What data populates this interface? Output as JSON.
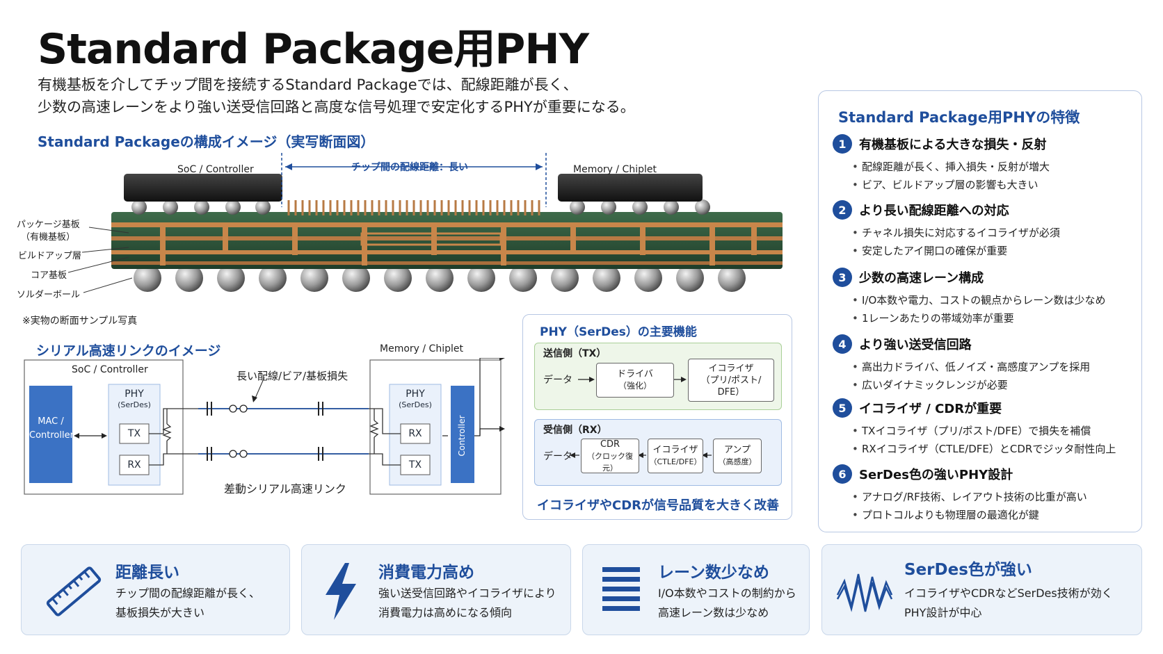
{
  "title": "Standard Package用PHY",
  "subtitle": {
    "line1": "有機基板を介してチップ間を接続するStandard Packageでは、配線距離が長く、",
    "line2": "少数の高速レーンをより強い送受信回路と高度な信号処理で安定化するPHYが重要になる。"
  },
  "photo_section": {
    "heading": "Standard Packageの構成イメージ（実写断面図）",
    "soc_label": "SoC / Controller",
    "memory_label": "Memory / Chiplet",
    "distance_label": "チップ間の配線距離：長い",
    "layer_labels": [
      "パッケージ基板",
      "（有機基板）",
      "ビルドアップ層",
      "コア基板",
      "ソルダーボール"
    ],
    "note": "※実物の断面サンプル写真"
  },
  "serial_section": {
    "heading": "シリアル高速リンクのイメージ",
    "soc_box": "SoC / Controller",
    "mac": [
      "MAC /",
      "Controller"
    ],
    "phy_left": [
      "PHY",
      "(SerDes)"
    ],
    "tx_left": "TX",
    "rx_left": "RX",
    "memory_box": "Memory / Chiplet",
    "phy_right": [
      "PHY",
      "(SerDes)"
    ],
    "rx_right": "RX",
    "tx_right": "TX",
    "controller": "Controller",
    "loss_label": "長い配線/ビア/基板損失",
    "link_label": "差動シリアル高速リンク"
  },
  "phy_functions": {
    "title": "PHY（SerDes）の主要機能",
    "tx_side": "送信側（TX）",
    "tx_data": "データ",
    "tx_driver": [
      "ドライバ",
      "（強化）"
    ],
    "tx_eq": [
      "イコライザ",
      "（プリ/ポスト/",
      "DFE）"
    ],
    "rx_side": "受信側（RX）",
    "rx_data": "データ",
    "rx_cdr": [
      "CDR",
      "（クロック復元）"
    ],
    "rx_eq": [
      "イコライザ",
      "（CTLE/DFE）"
    ],
    "rx_amp": [
      "アンプ",
      "（高感度）"
    ],
    "footer": "イコライザやCDRが信号品質を大きく改善"
  },
  "features": {
    "title": "Standard Package用PHYの特徴",
    "items": [
      {
        "num": "1",
        "title": "有機基板による大きな損失・反射",
        "bullets": [
          "配線距離が長く、挿入損失・反射が増大",
          "ビア、ビルドアップ層の影響も大きい"
        ]
      },
      {
        "num": "2",
        "title": "より長い配線距離への対応",
        "bullets": [
          "チャネル損失に対応するイコライザが必須",
          "安定したアイ開口の確保が重要"
        ]
      },
      {
        "num": "3",
        "title": "少数の高速レーン構成",
        "bullets": [
          "I/O本数や電力、コストの観点からレーン数は少なめ",
          "1レーンあたりの帯域効率が重要"
        ]
      },
      {
        "num": "4",
        "title": "より強い送受信回路",
        "bullets": [
          "高出力ドライバ、低ノイズ・高感度アンプを採用",
          "広いダイナミックレンジが必要"
        ]
      },
      {
        "num": "5",
        "title": "イコライザ / CDRが重要",
        "bullets": [
          "TXイコライザ（プリ/ポスト/DFE）で損失を補償",
          "RXイコライザ（CTLE/DFE）とCDRでジッタ耐性向上"
        ]
      },
      {
        "num": "6",
        "title": "SerDes色の強いPHY設計",
        "bullets": [
          "アナログ/RF技術、レイアウト技術の比重が高い",
          "プロトコルよりも物理層の最適化が鍵"
        ]
      }
    ]
  },
  "cards": [
    {
      "icon": "ruler-icon",
      "title": "距離長い",
      "lines": [
        "チップ間の配線距離が長く、",
        "基板損失が大きい"
      ]
    },
    {
      "icon": "lightning-icon",
      "title": "消費電力高め",
      "lines": [
        "強い送受信回路やイコライザにより",
        "消費電力は高めになる傾向"
      ]
    },
    {
      "icon": "lanes-icon",
      "title": "レーン数少なめ",
      "lines": [
        "I/O本数やコストの制約から",
        "高速レーン数は少なめ"
      ]
    },
    {
      "icon": "waveform-icon",
      "title": "SerDes色が強い",
      "lines": [
        "イコライザやCDRなどSerDes技術が効く",
        "PHY設計が中心"
      ]
    }
  ],
  "colors": {
    "accent": "#1f4e9c",
    "pcb": "#2f5b3e",
    "copper": "#c8864a",
    "block_blue": "#3b72c4"
  }
}
